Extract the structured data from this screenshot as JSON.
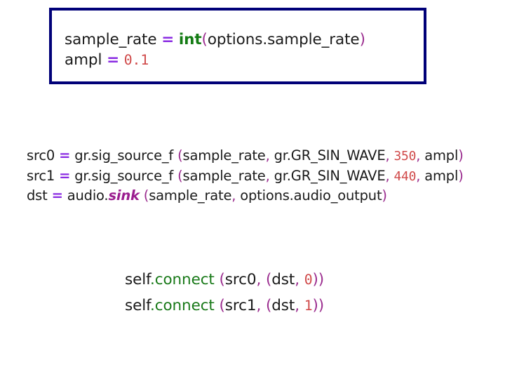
{
  "slide": {
    "background_color": "#ffffff",
    "box_border_color": "#000078",
    "colors": {
      "plain": "#1a1a1a",
      "operator": "#8a2be2",
      "punctuation": "#9b2d8f",
      "builtin": "#137b13",
      "method": "#1a7a1a",
      "italic_method": "#9b1d8f",
      "number": "#d04a4a"
    }
  },
  "code_block_top": {
    "lines": [
      {
        "tokens": [
          {
            "text": "sample_rate ",
            "kind": "plain"
          },
          {
            "text": "=",
            "kind": "operator"
          },
          {
            "text": " ",
            "kind": "plain"
          },
          {
            "text": "int",
            "kind": "builtin"
          },
          {
            "text": "(",
            "kind": "punctuation"
          },
          {
            "text": "options.sample_rate",
            "kind": "plain"
          },
          {
            "text": ")",
            "kind": "punctuation"
          }
        ]
      },
      {
        "tokens": [
          {
            "text": "ampl ",
            "kind": "plain"
          },
          {
            "text": "=",
            "kind": "operator"
          },
          {
            "text": " ",
            "kind": "plain"
          },
          {
            "text": "0.1",
            "kind": "number"
          }
        ]
      }
    ]
  },
  "code_block_middle": {
    "lines": [
      {
        "tokens": [
          {
            "text": "src0 ",
            "kind": "plain"
          },
          {
            "text": "=",
            "kind": "operator"
          },
          {
            "text": " gr.sig_source_f ",
            "kind": "plain"
          },
          {
            "text": "(",
            "kind": "punctuation"
          },
          {
            "text": "sample_rate",
            "kind": "plain"
          },
          {
            "text": ", ",
            "kind": "punctuation"
          },
          {
            "text": "gr.GR_SIN_WAVE",
            "kind": "plain"
          },
          {
            "text": ", ",
            "kind": "punctuation"
          },
          {
            "text": "350",
            "kind": "number"
          },
          {
            "text": ", ",
            "kind": "punctuation"
          },
          {
            "text": "ampl",
            "kind": "plain"
          },
          {
            "text": ")",
            "kind": "punctuation"
          }
        ]
      },
      {
        "tokens": [
          {
            "text": "src1 ",
            "kind": "plain"
          },
          {
            "text": "=",
            "kind": "operator"
          },
          {
            "text": " gr.sig_source_f ",
            "kind": "plain"
          },
          {
            "text": "(",
            "kind": "punctuation"
          },
          {
            "text": "sample_rate",
            "kind": "plain"
          },
          {
            "text": ", ",
            "kind": "punctuation"
          },
          {
            "text": "gr.GR_SIN_WAVE",
            "kind": "plain"
          },
          {
            "text": ", ",
            "kind": "punctuation"
          },
          {
            "text": "440",
            "kind": "number"
          },
          {
            "text": ", ",
            "kind": "punctuation"
          },
          {
            "text": "ampl",
            "kind": "plain"
          },
          {
            "text": ")",
            "kind": "punctuation"
          }
        ]
      },
      {
        "tokens": [
          {
            "text": "dst ",
            "kind": "plain"
          },
          {
            "text": "=",
            "kind": "operator"
          },
          {
            "text": " audio.",
            "kind": "plain"
          },
          {
            "text": "sink",
            "kind": "italic_method"
          },
          {
            "text": " ",
            "kind": "plain"
          },
          {
            "text": "(",
            "kind": "punctuation"
          },
          {
            "text": "sample_rate",
            "kind": "plain"
          },
          {
            "text": ", ",
            "kind": "punctuation"
          },
          {
            "text": "options.audio_output",
            "kind": "plain"
          },
          {
            "text": ")",
            "kind": "punctuation"
          }
        ]
      }
    ]
  },
  "code_block_bottom": {
    "lines": [
      {
        "tokens": [
          {
            "text": "self",
            "kind": "plain"
          },
          {
            "text": ".connect",
            "kind": "method"
          },
          {
            "text": " ",
            "kind": "plain"
          },
          {
            "text": "(",
            "kind": "punctuation"
          },
          {
            "text": "src0",
            "kind": "plain"
          },
          {
            "text": ", ",
            "kind": "punctuation"
          },
          {
            "text": "(",
            "kind": "punctuation"
          },
          {
            "text": "dst",
            "kind": "plain"
          },
          {
            "text": ", ",
            "kind": "punctuation"
          },
          {
            "text": "0",
            "kind": "number"
          },
          {
            "text": "))",
            "kind": "punctuation"
          }
        ]
      },
      {
        "tokens": [
          {
            "text": "self",
            "kind": "plain"
          },
          {
            "text": ".connect",
            "kind": "method"
          },
          {
            "text": " ",
            "kind": "plain"
          },
          {
            "text": "(",
            "kind": "punctuation"
          },
          {
            "text": "src1",
            "kind": "plain"
          },
          {
            "text": ", ",
            "kind": "punctuation"
          },
          {
            "text": "(",
            "kind": "punctuation"
          },
          {
            "text": "dst",
            "kind": "plain"
          },
          {
            "text": ", ",
            "kind": "punctuation"
          },
          {
            "text": "1",
            "kind": "number"
          },
          {
            "text": "))",
            "kind": "punctuation"
          }
        ]
      }
    ]
  }
}
